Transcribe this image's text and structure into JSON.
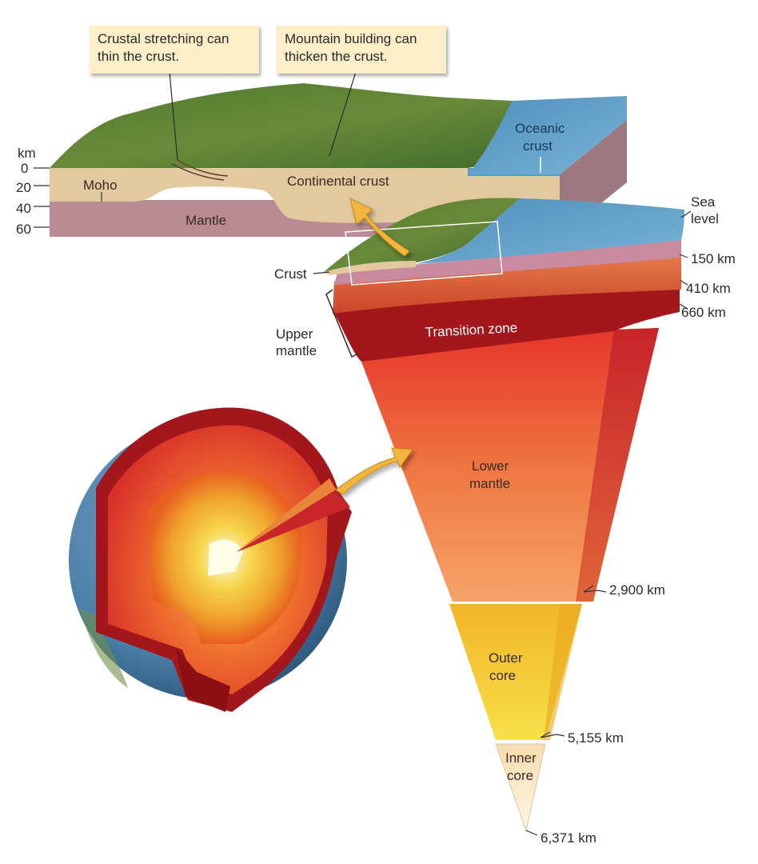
{
  "callouts": {
    "stretching_line1": "Crustal stretching can",
    "stretching_line2": "thin the crust.",
    "mountain_line1": "Mountain building can",
    "mountain_line2": "thicken the crust."
  },
  "block": {
    "km_unit": "km",
    "depth_ticks": [
      "0",
      "20",
      "40",
      "60"
    ],
    "moho": "Moho",
    "continental_crust": "Continental crust",
    "mantle": "Mantle",
    "oceanic_line1": "Oceanic",
    "oceanic_line2": "crust"
  },
  "wedge": {
    "sea_line1": "Sea",
    "sea_line2": "level",
    "crust": "Crust",
    "upper_line1": "Upper",
    "upper_line2": "mantle",
    "transition_zone": "Transition zone",
    "lower_line1": "Lower",
    "lower_line2": "mantle",
    "outer_line1": "Outer",
    "outer_line2": "core",
    "inner_line1": "Inner",
    "inner_line2": "core"
  },
  "depths": {
    "d150": "150 km",
    "d410": "410 km",
    "d660": "660 km",
    "d2900": "2,900 km",
    "d5155": "5,155 km",
    "d6371": "6,371 km"
  },
  "colors": {
    "ocean": "#5b9bc6",
    "crust": "#e2c9a0",
    "mantle_block": "#b98c95",
    "transition": "#a3161b",
    "lower_mantle": "#ec5a2e",
    "outer_core": "#f4c61c",
    "inner_core": "#fbf1d4",
    "arrow": "#f2b53d",
    "callout_bg": "#fbeec9"
  }
}
